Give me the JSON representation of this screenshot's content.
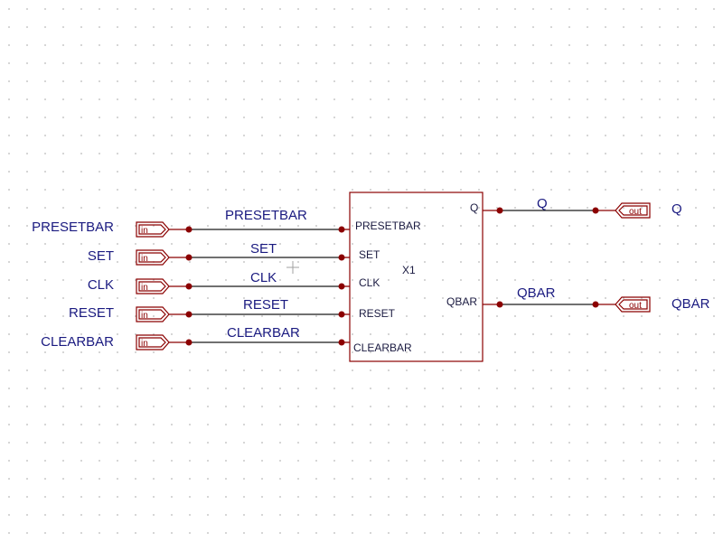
{
  "part": {
    "reference": "X1",
    "inputs": [
      "PRESETBAR",
      "SET",
      "CLK",
      "RESET",
      "CLEARBAR"
    ],
    "outputs": [
      "Q",
      "QBAR"
    ]
  },
  "input_ports": [
    {
      "name": "PRESETBAR",
      "type": "in"
    },
    {
      "name": "SET",
      "type": "in"
    },
    {
      "name": "CLK",
      "type": "in"
    },
    {
      "name": "RESET",
      "type": "in"
    },
    {
      "name": "CLEARBAR",
      "type": "in"
    }
  ],
  "output_ports": [
    {
      "name": "Q",
      "type": "out"
    },
    {
      "name": "QBAR",
      "type": "out"
    }
  ],
  "colors": {
    "wire": "#1a1a1a",
    "part": "#8b0000",
    "label": "#1a1a80",
    "grid": "#c8c8c8"
  }
}
